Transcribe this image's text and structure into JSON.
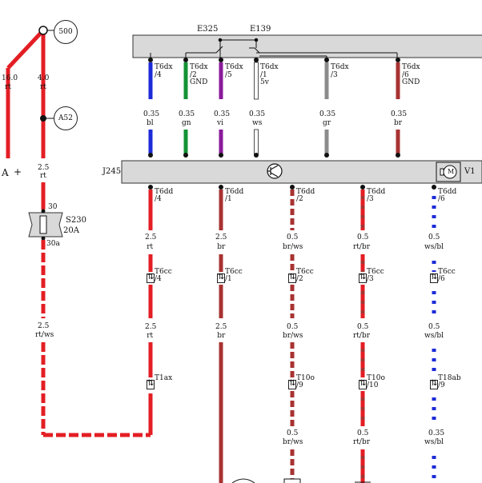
{
  "colors": {
    "rt": "#e31e24",
    "br": "#a83232",
    "bl": "#1c2bd8",
    "gn": "#139235",
    "vi": "#8b1a9c",
    "ws": "#ffffff",
    "gr": "#8c8c8c",
    "box": "#d9d9d9"
  },
  "left": {
    "wire1_size": "16.0",
    "wire1_color": "rt",
    "wire2_size": "4.0",
    "wire2_color": "rt",
    "term_a": "A",
    "term_plus": "+",
    "ref_500": "500",
    "ref_a52": "A52",
    "wire3_size": "2.5",
    "wire3_color": "rt",
    "fuse_pin_top": "30",
    "fuse_pin_bottom": "30a",
    "fuse_name": "S230",
    "fuse_rating": "20A",
    "wire4_size": "2.5",
    "wire4_color": "rt/ws"
  },
  "top": {
    "e325": "E325",
    "e139": "E139"
  },
  "j245": {
    "name": "J245",
    "v1": "V1",
    "motor": "M"
  },
  "top_wires": [
    {
      "pin": "T6dx",
      "num": "/4",
      "extra": "",
      "size": "0.35",
      "color_code": "bl"
    },
    {
      "pin": "T6dx",
      "num": "/2",
      "extra": "GND",
      "size": "0.35",
      "color_code": "gn"
    },
    {
      "pin": "T6dx",
      "num": "/5",
      "extra": "",
      "size": "0.35",
      "color_code": "vi"
    },
    {
      "pin": "T6dx",
      "num": "/1",
      "extra": "5v",
      "size": "0.35",
      "color_code": "ws"
    },
    {
      "pin": "T6dx",
      "num": "/3",
      "extra": "",
      "size": "0.35",
      "color_code": "gr"
    },
    {
      "pin": "T6dx",
      "num": "/6",
      "extra": "GND",
      "size": "0.35",
      "color_code": "br"
    }
  ],
  "bottom_wires": [
    {
      "pin": "T6dd",
      "num": "/4",
      "size1": "2.5",
      "color1": "rt",
      "cc": "T6cc",
      "ccnum": "/4",
      "size2": "2.5",
      "color2": "rt",
      "t2": "T1ax",
      "t2num": "",
      "size3": "",
      "color3": ""
    },
    {
      "pin": "T6dd",
      "num": "/1",
      "size1": "2.5",
      "color1": "br",
      "cc": "T6cc",
      "ccnum": "/1",
      "size2": "2.5",
      "color2": "br",
      "t2": "",
      "t2num": "",
      "size3": "",
      "color3": ""
    },
    {
      "pin": "T6dd",
      "num": "/2",
      "size1": "0.5",
      "color1": "br/ws",
      "cc": "T6cc",
      "ccnum": "/2",
      "size2": "0.5",
      "color2": "br/ws",
      "t2": "T10o",
      "t2num": "/9",
      "size3": "0.5",
      "color3": "br/ws"
    },
    {
      "pin": "T6dd",
      "num": "/3",
      "size1": "0.5",
      "color1": "rt/br",
      "cc": "T6cc",
      "ccnum": "/3",
      "size2": "0.5",
      "color2": "rt/br",
      "t2": "T10o",
      "t2num": "/10",
      "size3": "0.5",
      "color3": "rt/br"
    },
    {
      "pin": "T6dd",
      "num": "/6",
      "size1": "0.5",
      "color1": "ws/bl",
      "cc": "T6cc",
      "ccnum": "/6",
      "size2": "0.5",
      "color2": "ws/bl",
      "t2": "T18ab",
      "t2num": "/9",
      "size3": "0.35",
      "color3": "ws/bl"
    }
  ]
}
